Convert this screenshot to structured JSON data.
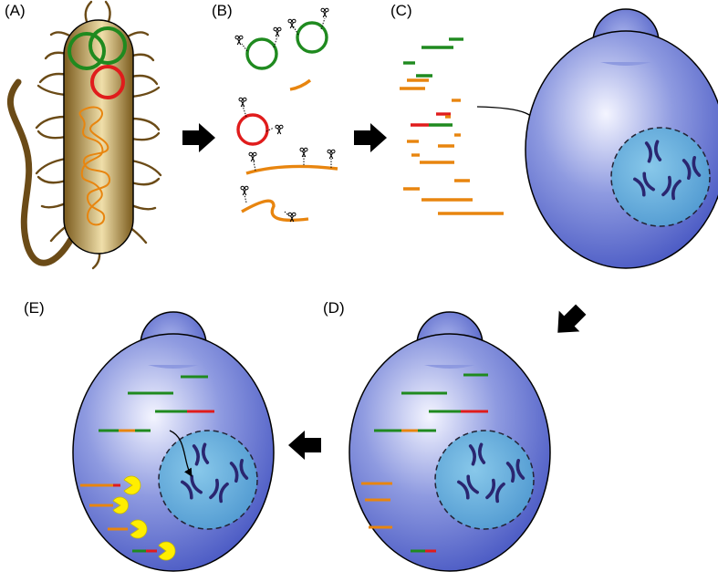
{
  "panels": {
    "a": {
      "label": "(A)"
    },
    "b": {
      "label": "(B)"
    },
    "c": {
      "label": "(C)"
    },
    "d": {
      "label": "(D)"
    },
    "e": {
      "label": "(E)"
    }
  },
  "colors": {
    "plasmid_green": "#1f8a1f",
    "plasmid_red": "#e01c1c",
    "chromosome_orange": "#e8850f",
    "cell_blue": "#5566cc",
    "nucleus_blue": "#66aadd",
    "chromosome_navy": "#2a2670",
    "bacterium_brown": "#a27a2c",
    "flagella_brown": "#6b4b17",
    "enzyme_yellow": "#ffee00",
    "arrow_black": "#000000"
  },
  "icons": {
    "scissors": "scissors-icon",
    "arrow": "block-arrow-icon"
  }
}
